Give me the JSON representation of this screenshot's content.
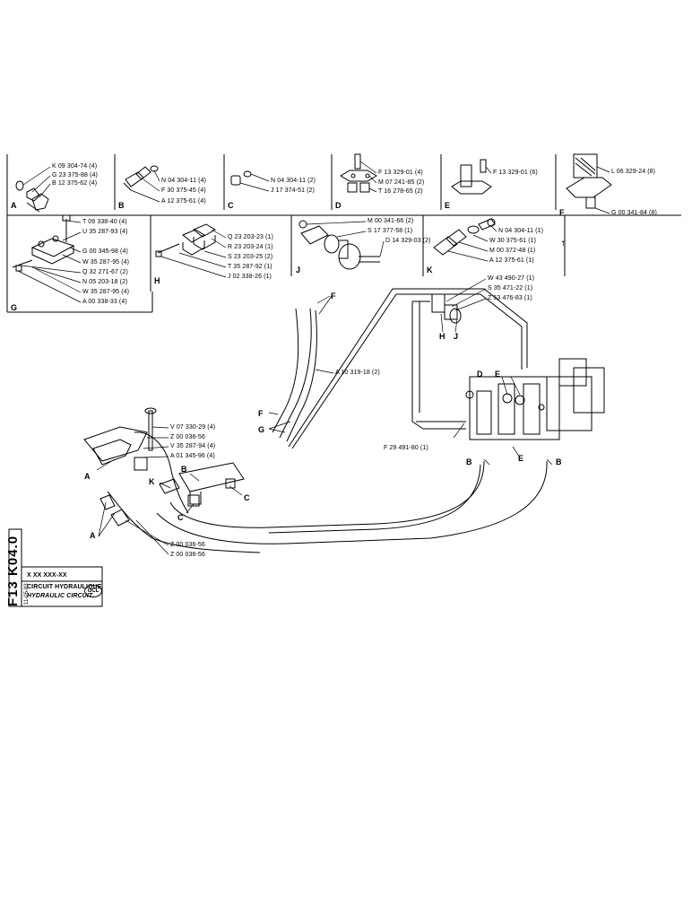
{
  "panels": [
    {
      "letter": "A",
      "parts": [
        "K 09 304-74 (4)",
        "G 23 375-88 (4)",
        "B 12 375-62 (4)"
      ]
    },
    {
      "letter": "B",
      "parts": [
        "N 04 304-11 (4)",
        "F 30 375-45 (4)",
        "A 12 375-61 (4)"
      ]
    },
    {
      "letter": "C",
      "parts": [
        "N 04 304-11 (2)",
        "J 17 374-51 (2)"
      ]
    },
    {
      "letter": "D",
      "parts": [
        "F 13 329-01 (4)",
        "M 07 241-85 (2)",
        "T 16 278-65 (2)"
      ]
    },
    {
      "letter": "E",
      "parts": [
        "F 13 329-01 (6)"
      ]
    },
    {
      "letter": "F",
      "parts": [
        "L 06 329-24 (8)",
        "G 00 341-84 (8)"
      ]
    },
    {
      "letter": "G",
      "parts": [
        "T 09 338-40 (4)",
        "U 35 287-93 (4)",
        "G 00 345-98 (4)",
        "W 35 287-95 (4)",
        "Q 32 271-67 (2)",
        "N 05 203-18 (2)",
        "W 35 287-95 (4)",
        "A 00 338-33 (4)"
      ]
    },
    {
      "letter": "H",
      "parts": [
        "Q 23 203-23 (1)",
        "R 23 203-24 (1)",
        "S 23 203-25 (2)",
        "T 35 287-92 (1)",
        "J 02 338-26 (1)"
      ]
    },
    {
      "letter": "J",
      "parts": [
        "M 00 341-66 (2)",
        "S 17 377-58 (1)",
        "D 14 329-03 (2)"
      ]
    },
    {
      "letter": "K",
      "parts": [
        "N 04 304-11 (1)",
        "W 30 375-61 (1)",
        "M 00 372-48 (1)",
        "A 12 375-61 (1)"
      ]
    }
  ],
  "panel_k_mark": "†",
  "main_callouts": {
    "top_right": [
      "W 43 490-27 (1)",
      "S 35 471-22 (1)",
      "Z 53 476-83 (1)"
    ],
    "hose_f": "A 10 319-18 (2)",
    "pipe_bottom": "F 29 491-80 (1)",
    "left_group": [
      "V 07 330-29 (4)",
      "Z 00 036-56",
      "V 35 287-94 (4)",
      "A 01 345-96 (4)"
    ],
    "left_bottom": [
      "Z 00 036-56",
      "Z 00 036-56"
    ]
  },
  "main_letters": {
    "F_top": "F",
    "F_mid": "F",
    "G": "G",
    "H": "H",
    "J": "J",
    "D": "D",
    "E_top": "E",
    "E_bottom": "E",
    "B_left": "B",
    "B_right": "B",
    "B_mid": "B",
    "K": "K",
    "C1": "C",
    "C2": "C",
    "A1": "A",
    "A2": "A"
  },
  "title_block": {
    "drawing_number": "F13 K04.0",
    "date": "11-05-83",
    "ref": "X XX XXX-XX",
    "title_fr": "CIRCUIT HYDRAULIQUE",
    "title_en": "HYDRAULIC CIRCUIT",
    "logo_text": "GCL"
  }
}
